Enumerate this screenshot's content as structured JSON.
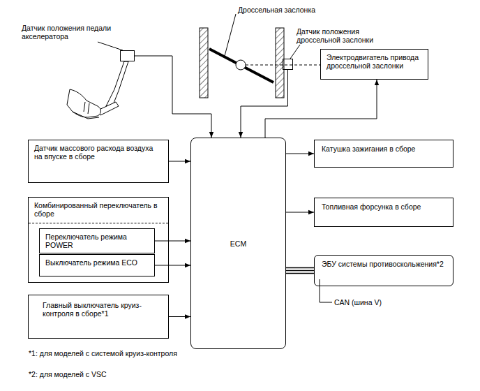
{
  "diagram": {
    "nodes": [
      {
        "text": [
          "Датчик положения педали акселератора"
        ]
      },
      {
        "text": [
          "Датчик положения дроссельной заслонки"
        ]
      },
      {
        "text": [
          "Электродвигатель привода дроссельной заслонки"
        ]
      },
      {
        "text": [
          "Датчик массового расхода воздуха на впуске в сборе"
        ]
      },
      {
        "text": [
          "Комбинированный переключатель в сборе"
        ]
      },
      {
        "text": [
          "Переключатель режима POWER"
        ],
        "in": 4
      },
      {
        "text": [
          "Выключатель режима ECO"
        ],
        "in": 4
      },
      {
        "text": [
          "Главный выключатель круиз-контроля в сборе*1"
        ]
      },
      {
        "text": [
          "ECM"
        ]
      },
      {
        "text": [
          "Катушка зажигания в сборе"
        ]
      },
      {
        "text": [
          "Топливная форсунка в сборе"
        ]
      },
      {
        "text": [
          "ЭБУ системы противоскольжения*2"
        ]
      }
    ],
    "edges": [
      {
        "from": 0,
        "to": 8,
        "arrow": "to"
      },
      {
        "from": 1,
        "to": 8,
        "arrow": "to"
      },
      {
        "from": 8,
        "to": 2,
        "arrow": "to"
      },
      {
        "from": 3,
        "to": 8,
        "arrow": "to"
      },
      {
        "from": 5,
        "to": 8,
        "arrow": "to"
      },
      {
        "from": 6,
        "to": 8,
        "arrow": "to"
      },
      {
        "from": 7,
        "to": 8,
        "arrow": "to"
      },
      {
        "from": 8,
        "to": 9,
        "arrow": "to"
      },
      {
        "from": 8,
        "to": 10,
        "arrow": "to"
      },
      {
        "from": 8,
        "to": 11,
        "arrow": "none"
      }
    ],
    "labels": [
      "Дроссельная заслонка",
      "CAN (шина V)",
      "*1: для моделей с системой круиз-контроля",
      "*2: для моделей с VSC"
    ]
  }
}
